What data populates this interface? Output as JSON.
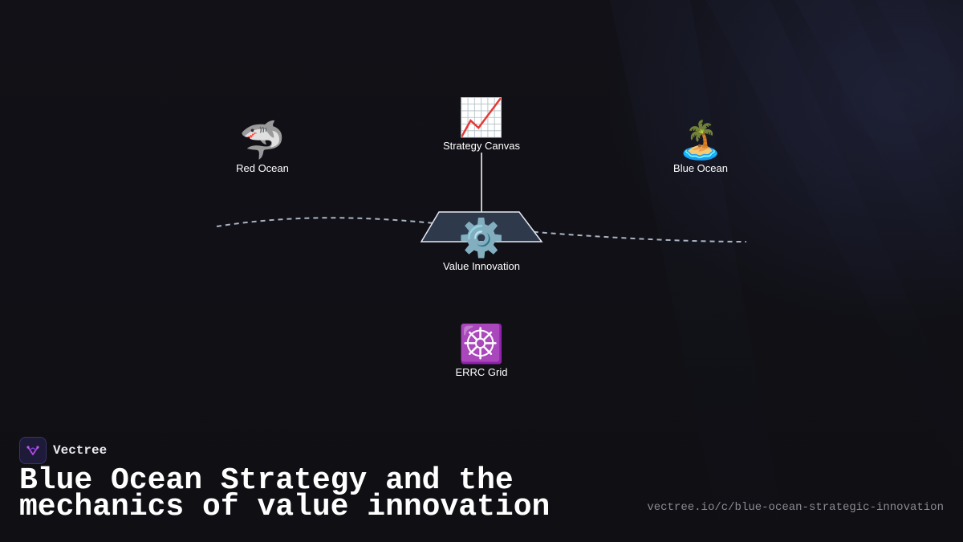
{
  "diagram": {
    "nodes": {
      "red_ocean": {
        "icon": "shark",
        "emoji": "🦈",
        "label": "Red Ocean"
      },
      "strategy_canvas": {
        "icon": "chart-increasing",
        "emoji": "📈",
        "label": "Strategy Canvas"
      },
      "blue_ocean": {
        "icon": "desert-island",
        "emoji": "🏝️",
        "label": "Blue Ocean"
      },
      "value_innovation": {
        "icon": "gear",
        "emoji": "⚙️",
        "label": "Value Innovation"
      },
      "errc_grid": {
        "icon": "wheel-of-dharma",
        "emoji": "☸️",
        "label": "ERRC Grid"
      }
    },
    "colors": {
      "background": "#0f0f14",
      "connector": "#ffffff",
      "dashed_path": "#aab4c4",
      "platform_fill": "#2e3a4c",
      "platform_stroke": "#e6ebf2"
    }
  },
  "brand": {
    "name": "Vectree",
    "logo_icon": "vectree-logo",
    "logo_color": "#b44be0"
  },
  "footer": {
    "title": "Blue Ocean Strategy and the mechanics of value innovation",
    "url": "vectree.io/c/blue-ocean-strategic-innovation"
  }
}
